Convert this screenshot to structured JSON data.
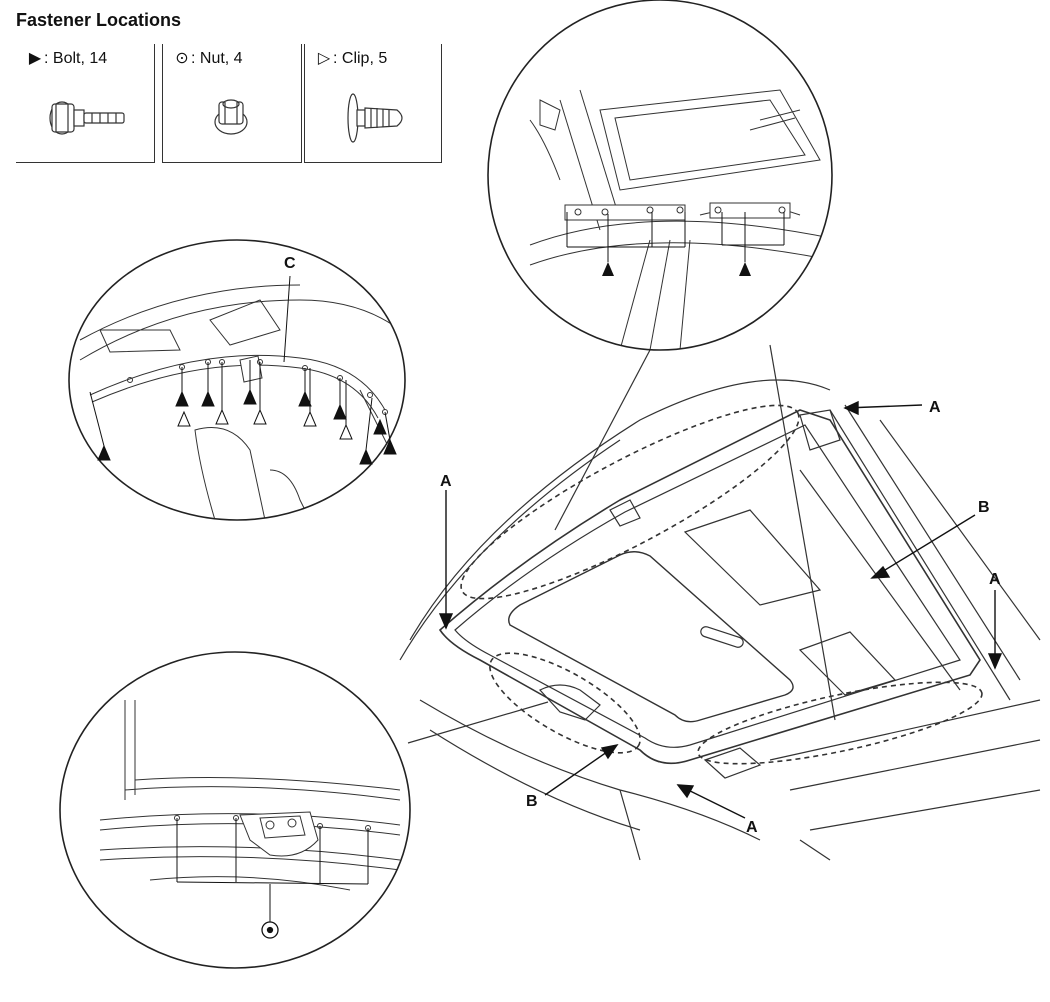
{
  "title": "Fastener Locations",
  "legend": {
    "bolt": {
      "symbol": "▶",
      "text": ": Bolt, 14"
    },
    "nut": {
      "symbol": "⊙",
      "text": ": Nut, 4"
    },
    "clip": {
      "symbol": "▷",
      "text": ": Clip, 5"
    }
  },
  "labels": {
    "a": "A",
    "b": "B",
    "c": "C"
  }
}
